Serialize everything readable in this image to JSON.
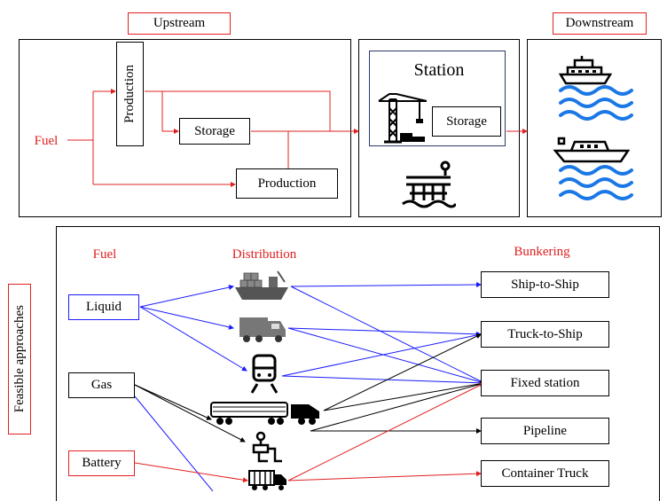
{
  "upstream": {
    "title": "Upstream",
    "fuel": "Fuel",
    "production_top": "Production",
    "storage": "Storage",
    "production_bottom": "Production"
  },
  "station": {
    "title": "Station",
    "storage": "Storage"
  },
  "downstream": {
    "title": "Downstream"
  },
  "approaches": {
    "side_label": "Feasible approaches",
    "col_fuel": "Fuel",
    "col_distribution": "Distribution",
    "col_bunkering": "Bunkering",
    "fuels": [
      "Liquid",
      "Gas",
      "Battery"
    ],
    "bunkering": [
      "Ship-to-Ship",
      "Truck-to-Ship",
      "Fixed station",
      "Pipeline",
      "Container Truck"
    ]
  },
  "icons": [
    "crane-icon",
    "offshore-platform-icon",
    "cruise-ship-icon",
    "boat-icon",
    "waves-icon",
    "cargo-ship-icon",
    "truck-icon",
    "train-icon",
    "tanker-truck-icon",
    "pipeline-icon",
    "container-truck-icon"
  ],
  "colors": {
    "red": "#e02020",
    "blue": "#1a1aff",
    "black": "#000000"
  }
}
